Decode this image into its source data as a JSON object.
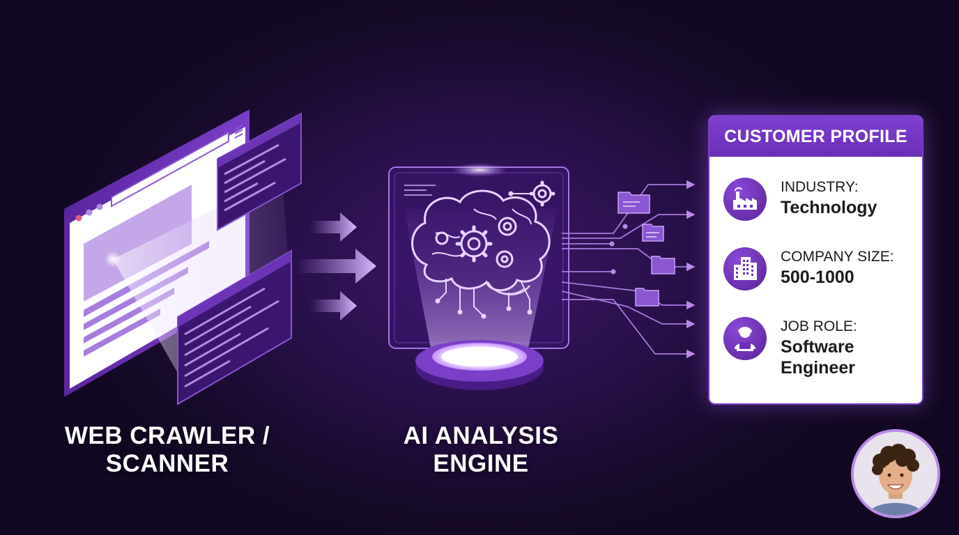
{
  "stages": {
    "crawler": {
      "line1": "WEB CRAWLER /",
      "line2": "SCANNER",
      "icon": "browser-window-code-icon"
    },
    "engine": {
      "line1": "AI ANALYSIS",
      "line2": "ENGINE",
      "icon": "brain-gears-icon"
    }
  },
  "profile": {
    "title": "CUSTOMER PROFILE",
    "fields": [
      {
        "label": "INDUSTRY:",
        "value": "Technology",
        "icon": "factory-icon"
      },
      {
        "label": "COMPANY SIZE:",
        "value": "500-1000",
        "icon": "office-building-icon"
      },
      {
        "label": "JOB ROLE:",
        "value_line1": "Software",
        "value_line2": "Engineer",
        "icon": "person-laptop-icon"
      }
    ]
  },
  "avatar": {
    "icon": "user-portrait-icon"
  },
  "colors": {
    "background": "#1a0b2e",
    "accent": "#7e3fcf",
    "accent_light": "#b98be8",
    "panel": "#ffffff",
    "text_dark": "#1b1b1b"
  }
}
